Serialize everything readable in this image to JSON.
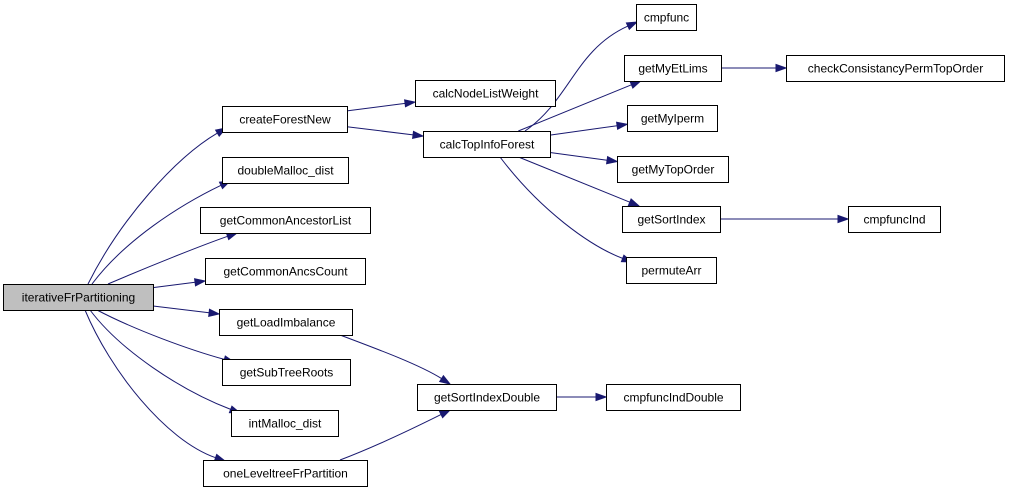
{
  "colors": {
    "edge": "#191970",
    "node_fill": "#ffffff",
    "root_fill": "#bfbfbf",
    "node_border": "#000000"
  },
  "nodes": {
    "iterativeFrPartitioning": "iterativeFrPartitioning",
    "createForestNew": "createForestNew",
    "doubleMalloc_dist": "doubleMalloc_dist",
    "getCommonAncestorList": "getCommonAncestorList",
    "getCommonAncsCount": "getCommonAncsCount",
    "getLoadImbalance": "getLoadImbalance",
    "getSubTreeRoots": "getSubTreeRoots",
    "intMalloc_dist": "intMalloc_dist",
    "oneLeveltreeFrPartition": "oneLeveltreeFrPartition",
    "calcNodeListWeight": "calcNodeListWeight",
    "calcTopInfoForest": "calcTopInfoForest",
    "getSortIndexDouble": "getSortIndexDouble",
    "cmpfunc": "cmpfunc",
    "getMyEtLims": "getMyEtLims",
    "getMyIperm": "getMyIperm",
    "getMyTopOrder": "getMyTopOrder",
    "getSortIndex": "getSortIndex",
    "permuteArr": "permuteArr",
    "cmpfuncIndDouble": "cmpfuncIndDouble",
    "checkConsistancyPermTopOrder": "checkConsistancyPermTopOrder",
    "cmpfuncInd": "cmpfuncInd"
  },
  "edges": [
    [
      "iterativeFrPartitioning",
      "createForestNew"
    ],
    [
      "iterativeFrPartitioning",
      "doubleMalloc_dist"
    ],
    [
      "iterativeFrPartitioning",
      "getCommonAncestorList"
    ],
    [
      "iterativeFrPartitioning",
      "getCommonAncsCount"
    ],
    [
      "iterativeFrPartitioning",
      "getLoadImbalance"
    ],
    [
      "iterativeFrPartitioning",
      "getSubTreeRoots"
    ],
    [
      "iterativeFrPartitioning",
      "intMalloc_dist"
    ],
    [
      "iterativeFrPartitioning",
      "oneLeveltreeFrPartition"
    ],
    [
      "createForestNew",
      "calcNodeListWeight"
    ],
    [
      "createForestNew",
      "calcTopInfoForest"
    ],
    [
      "calcTopInfoForest",
      "cmpfunc"
    ],
    [
      "calcTopInfoForest",
      "getMyEtLims"
    ],
    [
      "calcTopInfoForest",
      "getMyIperm"
    ],
    [
      "calcTopInfoForest",
      "getMyTopOrder"
    ],
    [
      "calcTopInfoForest",
      "getSortIndex"
    ],
    [
      "calcTopInfoForest",
      "permuteArr"
    ],
    [
      "getMyEtLims",
      "checkConsistancyPermTopOrder"
    ],
    [
      "getSortIndex",
      "cmpfuncInd"
    ],
    [
      "getLoadImbalance",
      "getSortIndexDouble"
    ],
    [
      "oneLeveltreeFrPartition",
      "getSortIndexDouble"
    ],
    [
      "getSortIndexDouble",
      "cmpfuncIndDouble"
    ]
  ]
}
